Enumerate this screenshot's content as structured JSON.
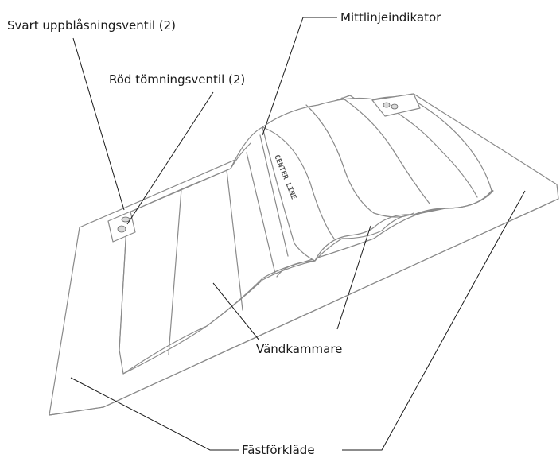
{
  "labels": {
    "black_valve": "Svart uppblåsningsventil (2)",
    "red_valve": "Röd tömningsventil (2)",
    "centerline_indicator": "Mittlinjeindikator",
    "turning_chamber": "Vändkammare",
    "attachment_apron": "Fästförkläde",
    "centerline_print": "CENTER LINE"
  }
}
